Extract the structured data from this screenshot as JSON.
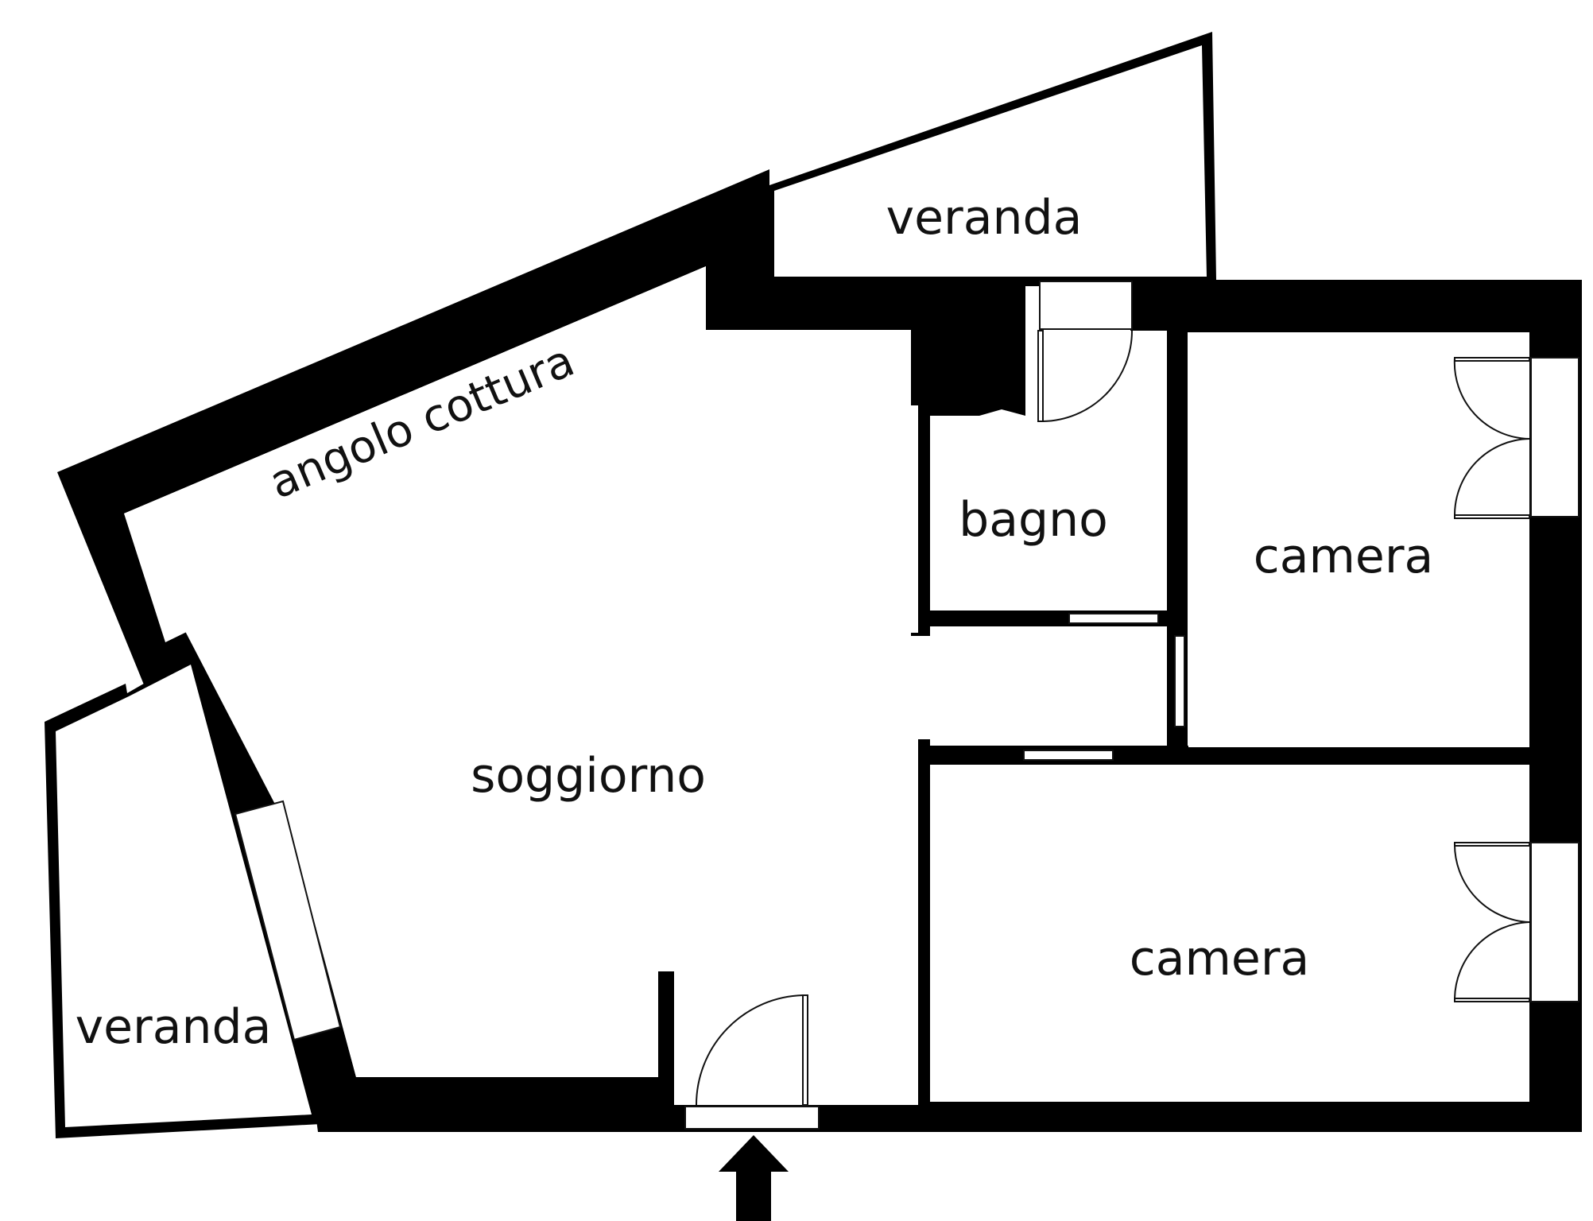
{
  "rooms": {
    "veranda_top": "veranda",
    "kitchen_corner": "angolo cottura",
    "bathroom": "bagno",
    "bedroom_top": "camera",
    "living_room": "soggiorno",
    "bedroom_bottom": "camera",
    "veranda_left": "veranda"
  },
  "colors": {
    "wall": "#000000",
    "floor": "#ffffff",
    "text": "#111111"
  },
  "icons": {
    "entrance": "entrance-arrow-icon"
  }
}
